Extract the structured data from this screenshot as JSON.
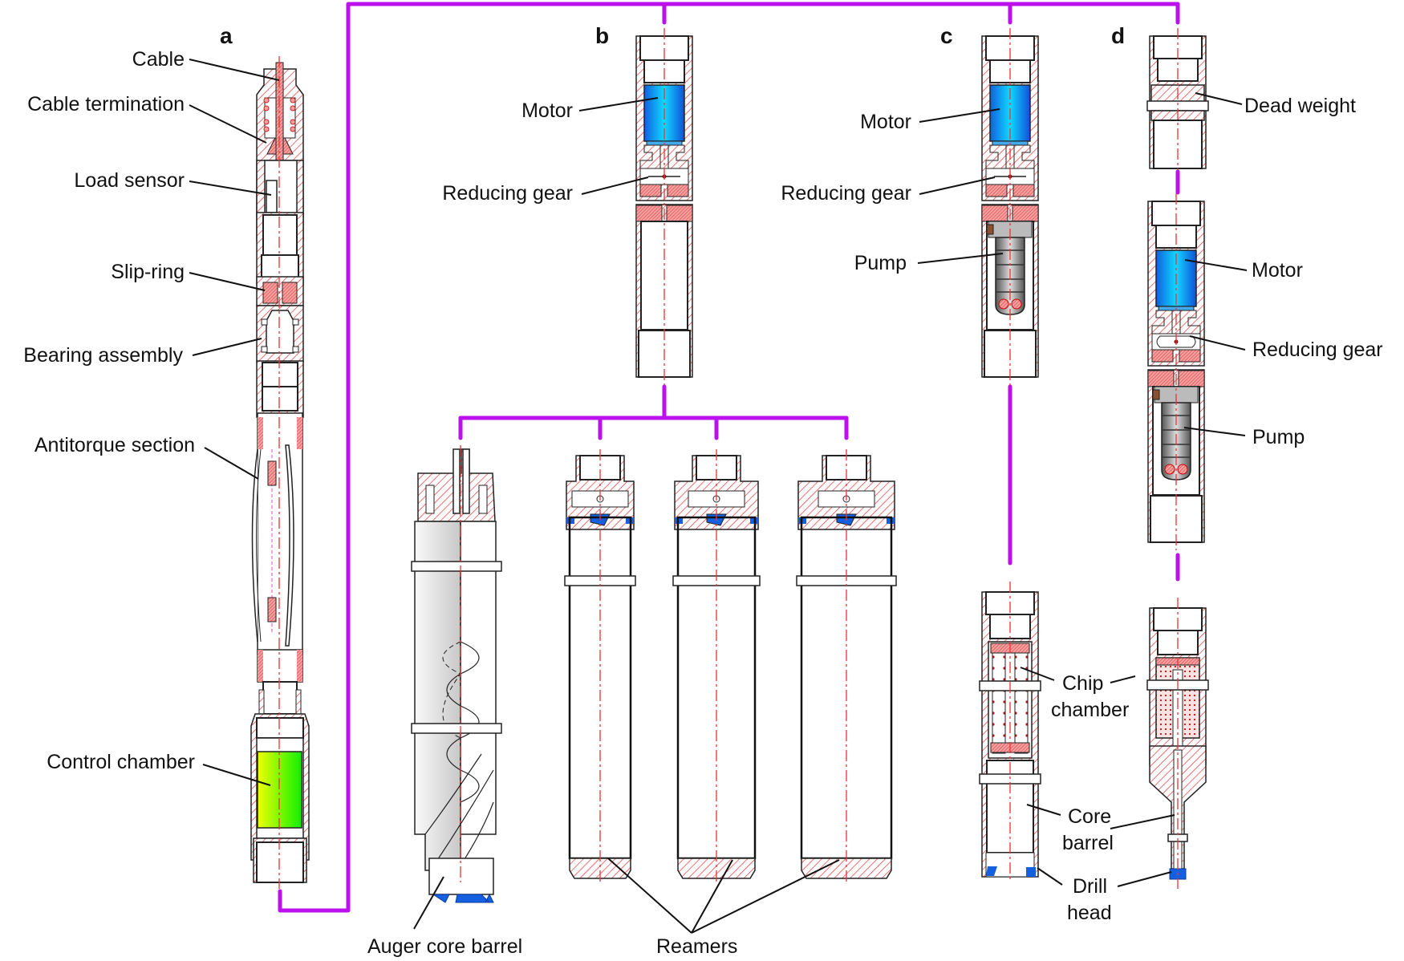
{
  "figure": {
    "panels": [
      {
        "id": "a",
        "label": "a"
      },
      {
        "id": "b",
        "label": "b"
      },
      {
        "id": "c",
        "label": "c"
      },
      {
        "id": "d",
        "label": "d"
      }
    ],
    "labels": {
      "a": {
        "cable": "Cable",
        "cable_termination": "Cable termination",
        "load_sensor": "Load sensor",
        "slip_ring": "Slip-ring",
        "bearing_assembly": "Bearing assembly",
        "antitorque_section": "Antitorque section",
        "control_chamber": "Control chamber"
      },
      "b": {
        "motor": "Motor",
        "reducing_gear": "Reducing gear",
        "auger_core_barrel": "Auger core barrel",
        "reamers": "Reamers"
      },
      "c": {
        "motor": "Motor",
        "reducing_gear": "Reducing gear",
        "pump": "Pump",
        "chip_chamber_1": "Chip",
        "chip_chamber_2": "chamber",
        "core_barrel_1": "Core",
        "core_barrel_2": "barrel",
        "drill_head_1": "Drill",
        "drill_head_2": "head"
      },
      "d": {
        "dead_weight": "Dead weight",
        "motor": "Motor",
        "reducing_gear": "Reducing gear",
        "pump": "Pump"
      }
    },
    "colors": {
      "connector": "#bb11ee",
      "section_hatch": "#ee3333",
      "motor": "#1a8cff",
      "control_chamber": "#7be000",
      "cutter": "#1560e0"
    }
  }
}
